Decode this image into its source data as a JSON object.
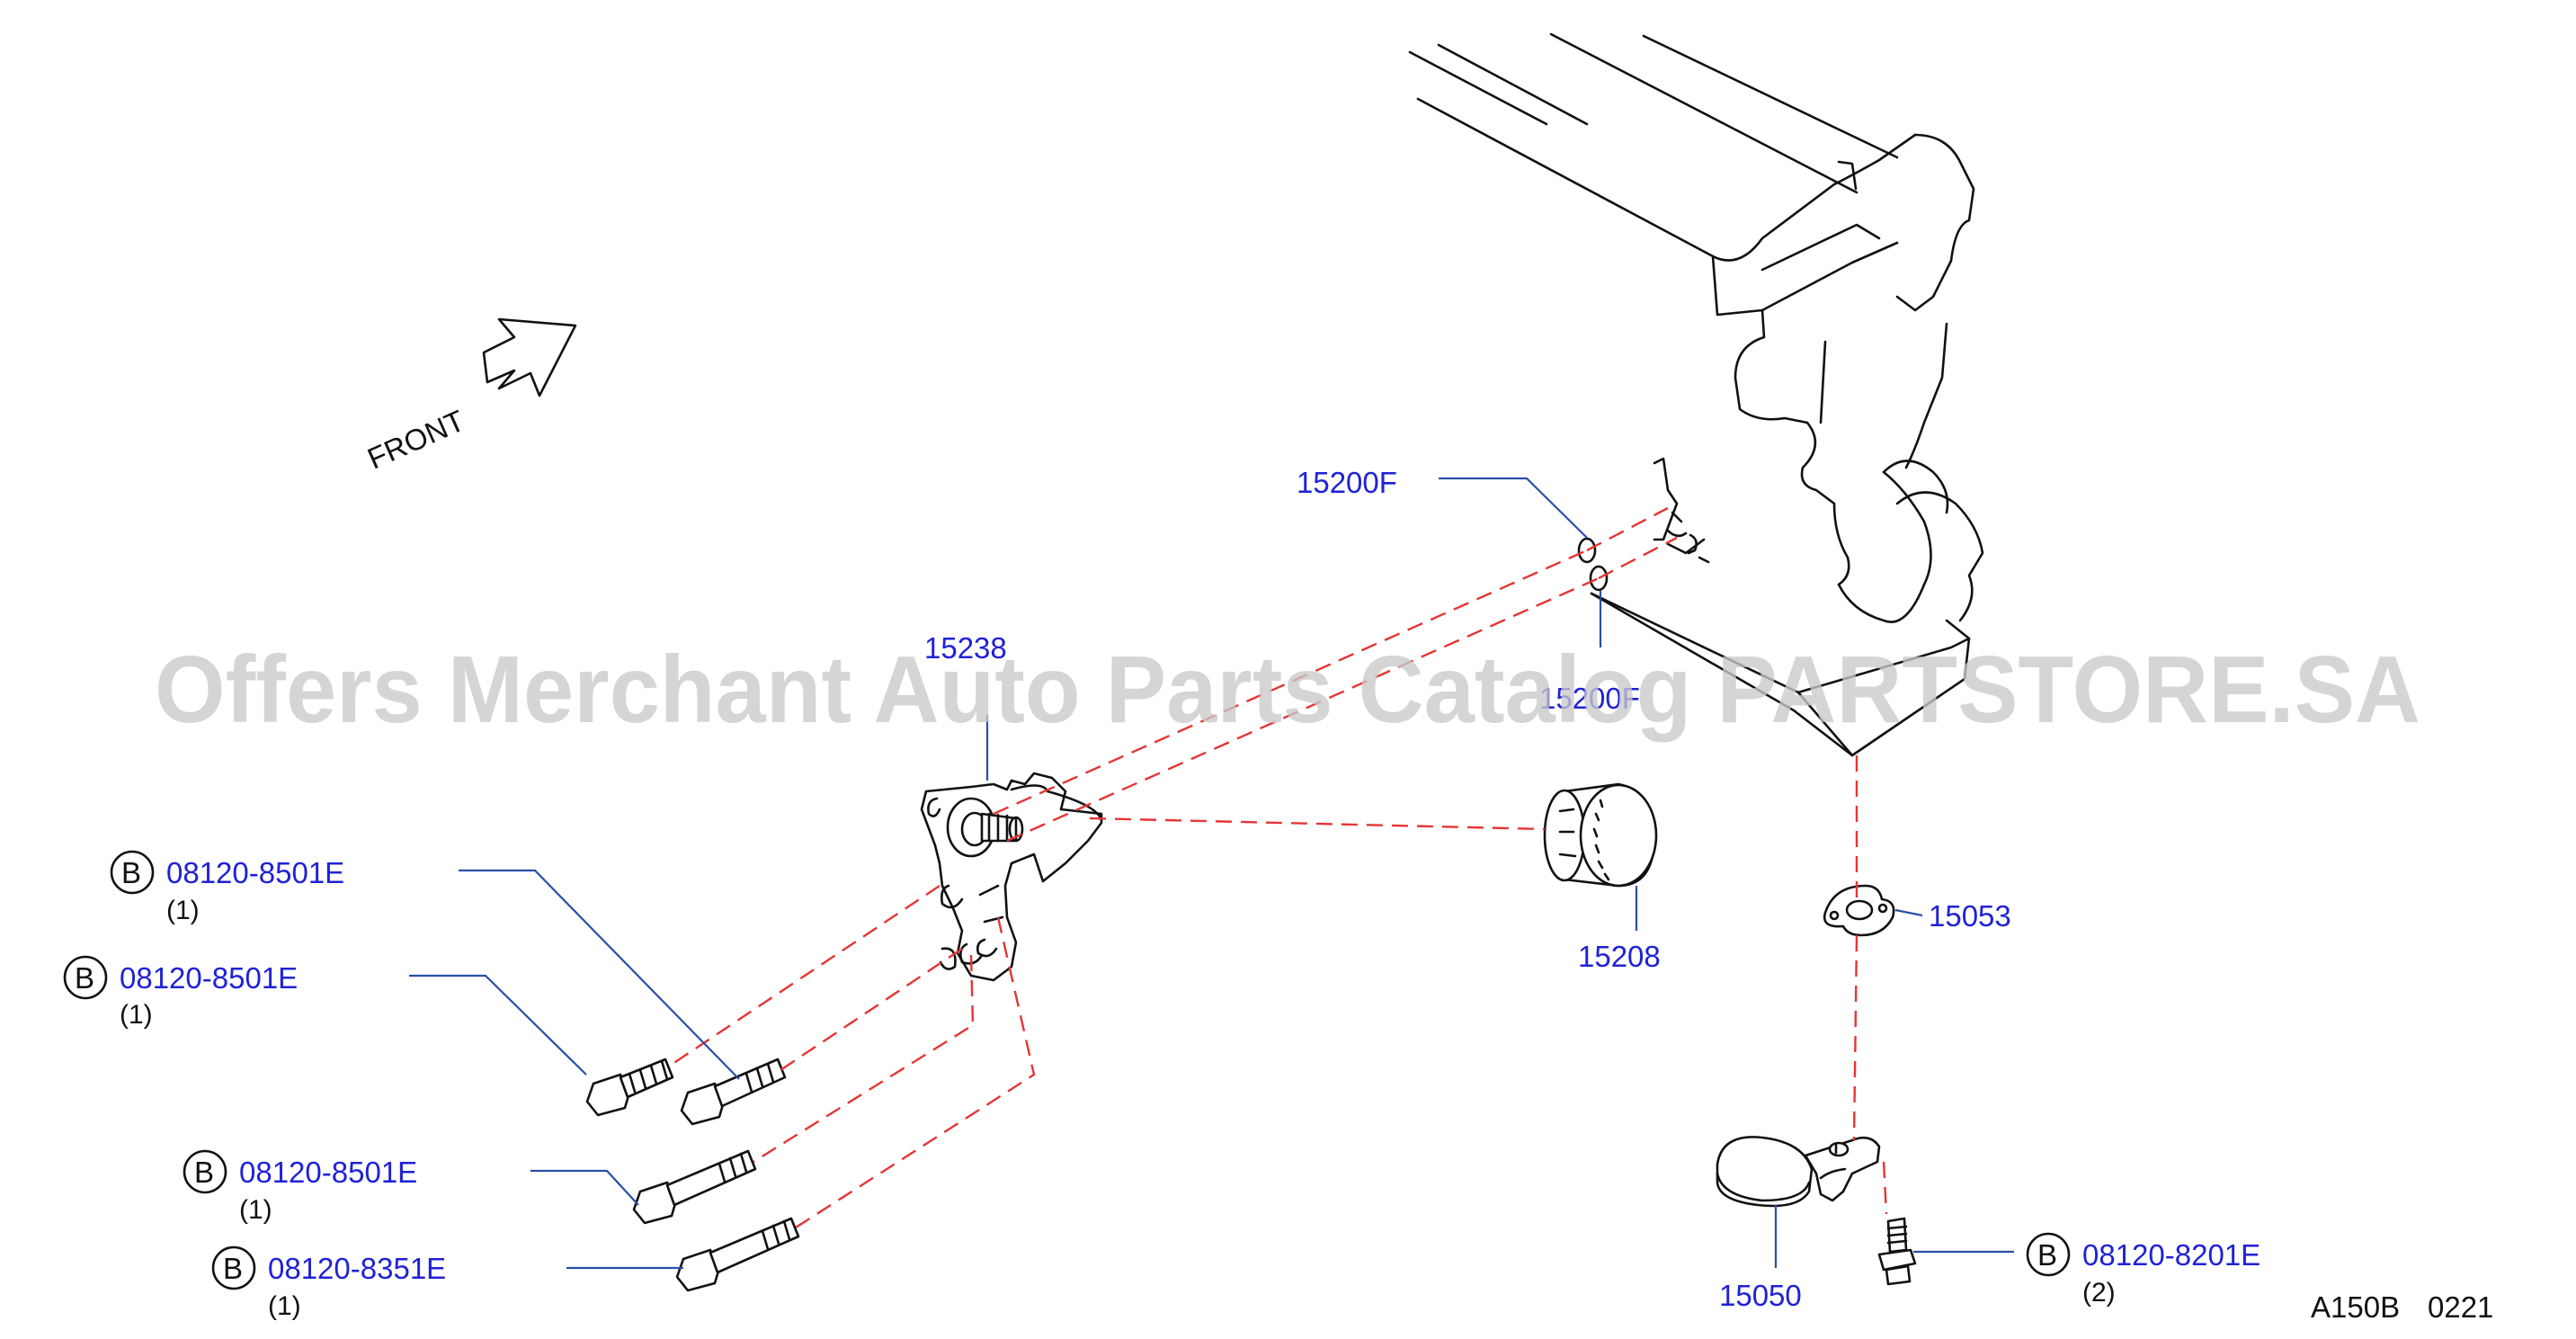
{
  "watermark": "Offers Merchant Auto Parts Catalog PARTSTORE.SA",
  "front_label": "FRONT",
  "diagram_code": "A150B",
  "diagram_rev": "0221",
  "circle_letter": "B",
  "parts": {
    "p15200F_top": "15200F",
    "p15200F_bottom": "15200F",
    "p15238": "15238",
    "p15208": "15208",
    "p15053": "15053",
    "p15050": "15050"
  },
  "bolts": [
    {
      "part": "08120-8501E",
      "qty": "(1)"
    },
    {
      "part": "08120-8501E",
      "qty": "(1)"
    },
    {
      "part": "08120-8501E",
      "qty": "(1)"
    },
    {
      "part": "08120-8351E",
      "qty": "(1)"
    },
    {
      "part": "08120-8201E",
      "qty": "(2)"
    }
  ],
  "colors": {
    "part_label": "#1f22d6",
    "leader": "#2a4fa8",
    "dashed": "#e53535",
    "ink": "#111111",
    "watermark": "#c9c9c9"
  }
}
